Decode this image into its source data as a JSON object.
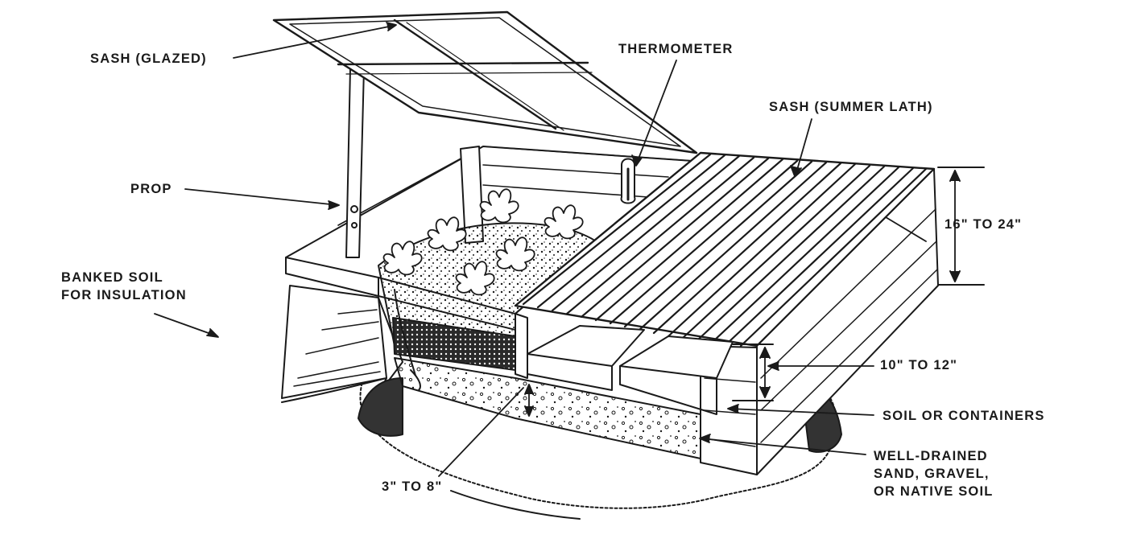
{
  "diagram": {
    "labels": {
      "sash_glazed": "SASH (GLAZED)",
      "thermometer": "THERMOMETER",
      "sash_summer_lath": "SASH (SUMMER LATH)",
      "prop": "PROP",
      "banked_soil_line1": "BANKED SOIL",
      "banked_soil_line2": "FOR INSULATION",
      "height_back": "16\" TO 24\"",
      "height_front": "10\" TO 12\"",
      "soil_or_containers": "SOIL OR CONTAINERS",
      "well_drained_line1": "WELL-DRAINED",
      "well_drained_line2": "SAND, GRAVEL,",
      "well_drained_line3": "OR NATIVE SOIL",
      "depth": "3\" TO 8\""
    },
    "colors": {
      "ink": "#1a1a1a",
      "paper": "#ffffff"
    }
  }
}
